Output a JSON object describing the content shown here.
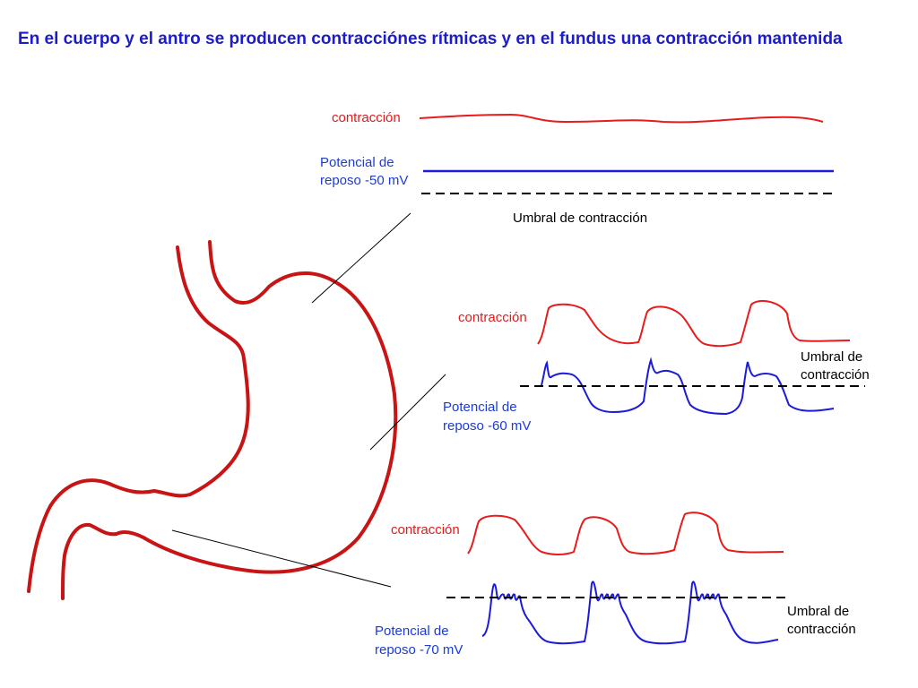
{
  "title": "En el cuerpo y el antro se producen contracciónes rítmicas y en el fundus una contracción mantenida",
  "fundus": {
    "contraction_label": "contracción",
    "potential_label_1": "Potencial de",
    "potential_label_2": "reposo -50 mV",
    "threshold_label": "Umbral de contracción"
  },
  "body": {
    "contraction_label": "contracción",
    "potential_label_1": "Potencial de",
    "potential_label_2": "reposo -60 mV",
    "threshold_label_1": "Umbral de",
    "threshold_label_2": "contracción"
  },
  "antrum": {
    "contraction_label": "contracción",
    "potential_label_1": "Potencial de",
    "potential_label_2": "reposo -70 mV",
    "threshold_label_1": "Umbral de",
    "threshold_label_2": "contracción"
  },
  "colors": {
    "stomach": "#c81414",
    "contraction": "#e81c1c",
    "potential": "#1c1cd8",
    "threshold": "#000000"
  }
}
